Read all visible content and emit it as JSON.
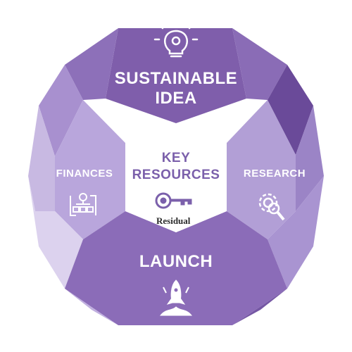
{
  "diagram": {
    "top": {
      "line1": "SUSTAINABLE",
      "line2": "IDEA",
      "icon": "lightbulb-gear-icon"
    },
    "left": {
      "label": "FINANCES",
      "icon": "flowchart-cycle-icon"
    },
    "right": {
      "label": "RESEARCH",
      "icon": "gear-magnifier-icon"
    },
    "bottom": {
      "label": "LAUNCH",
      "icon": "rocket-icon"
    },
    "center": {
      "line1": "KEY",
      "line2": "RESOURCES",
      "icon": "key-icon",
      "brand": "Residual"
    },
    "colors": {
      "dark": "#7b5aa8",
      "mid": "#9b82c4",
      "light": "#c3b4de",
      "center_text": "#7b60ab"
    }
  }
}
